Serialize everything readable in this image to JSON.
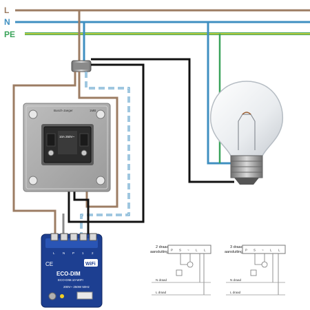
{
  "rails": {
    "l": {
      "label": "L",
      "color": "#9c7c63"
    },
    "n": {
      "label": "N",
      "color": "#3f8fc1"
    },
    "pe": {
      "label": "PE",
      "color": "#3aa35a",
      "stripe": "#e6d93a"
    }
  },
  "colors": {
    "brown": "#9c7c63",
    "blue": "#3f8fc1",
    "black": "#111111",
    "grey": "#8a8a8a",
    "dimmer_body": "#1d3f91",
    "bulb_base": "#9a9a9a"
  },
  "switch": {
    "brand": "Busch-Jaeger",
    "rating": "10A 250V~",
    "model_code": "1MB"
  },
  "dimmer": {
    "brand": "ECO-DIM",
    "model": "ECO-DIM.10-WIFI",
    "wifi_label": "WiFi",
    "ce": "CE",
    "terminals": [
      "L",
      "N",
      "P",
      "1",
      "2"
    ],
    "specs": "200V~  250W  50Hz"
  },
  "schematic_2wire": {
    "title_line1": "2 draad",
    "title_line2": "aansluiting",
    "terminals": [
      "P",
      "S",
      "~",
      "L",
      "L"
    ],
    "n_wire": "N draad",
    "l_wire": "L draad"
  },
  "schematic_3wire": {
    "title_line1": "3 draad",
    "title_line2": "aansluiting",
    "terminals": [
      "P",
      "S",
      "~",
      "L",
      "L"
    ],
    "n_wire": "N draad",
    "l_wire": "L draad"
  }
}
